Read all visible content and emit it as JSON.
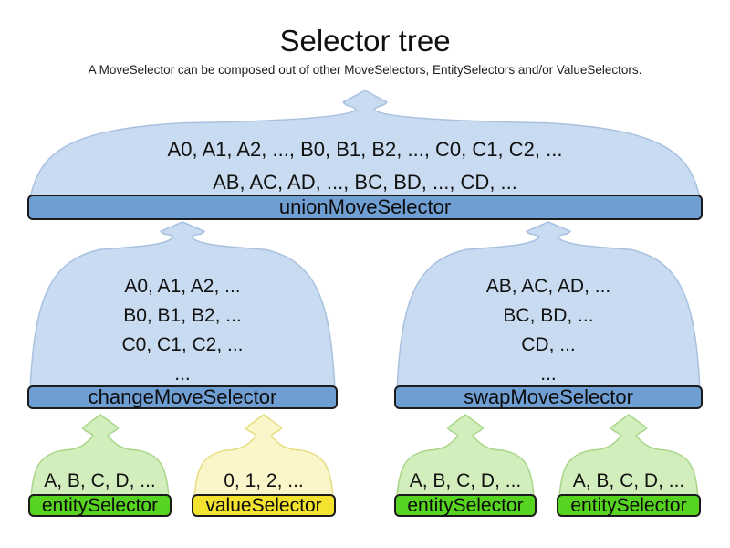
{
  "header": {
    "title": "Selector tree",
    "subtitle": "A MoveSelector can be composed out of other MoveSelectors, EntitySelectors and/or ValueSelectors."
  },
  "palette": {
    "move_cloud_fill": "#c9dbf0",
    "move_cloud_stroke": "#a8c1e0",
    "move_bar_fill": "#6f9ed3",
    "entity_cloud_fill": "#d3eebd",
    "entity_cloud_stroke": "#a8d689",
    "entity_bar_fill": "#56d41f",
    "value_cloud_fill": "#fbf6c9",
    "value_cloud_stroke": "#e6dc80",
    "value_bar_fill": "#f3e32e",
    "bar_border": "#1b1b1b",
    "text": "#111111"
  },
  "selectors": [
    {
      "id": "union",
      "type": "move",
      "label": "unionMoveSelector",
      "lines": [
        "A0, A1, A2, ..., B0, B1, B2, ..., C0, C1, C2, ...",
        "AB, AC, AD, ..., BC, BD, ..., CD, ..."
      ]
    },
    {
      "id": "change",
      "type": "move",
      "label": "changeMoveSelector",
      "lines": [
        "A0, A1, A2, ...",
        "B0, B1, B2, ...",
        "C0, C1, C2, ...",
        "..."
      ]
    },
    {
      "id": "swap",
      "type": "move",
      "label": "swapMoveSelector",
      "lines": [
        "AB, AC, AD, ...",
        "BC, BD, ...",
        "CD, ...",
        "..."
      ]
    },
    {
      "id": "entity1",
      "type": "entity",
      "label": "entitySelector",
      "lines": [
        "A, B, C, D, ..."
      ]
    },
    {
      "id": "value1",
      "type": "value",
      "label": "valueSelector",
      "lines": [
        "0, 1, 2, ..."
      ]
    },
    {
      "id": "entity2",
      "type": "entity",
      "label": "entitySelector",
      "lines": [
        "A, B, C, D, ..."
      ]
    },
    {
      "id": "entity3",
      "type": "entity",
      "label": "entitySelector",
      "lines": [
        "A, B, C, D, ..."
      ]
    }
  ]
}
